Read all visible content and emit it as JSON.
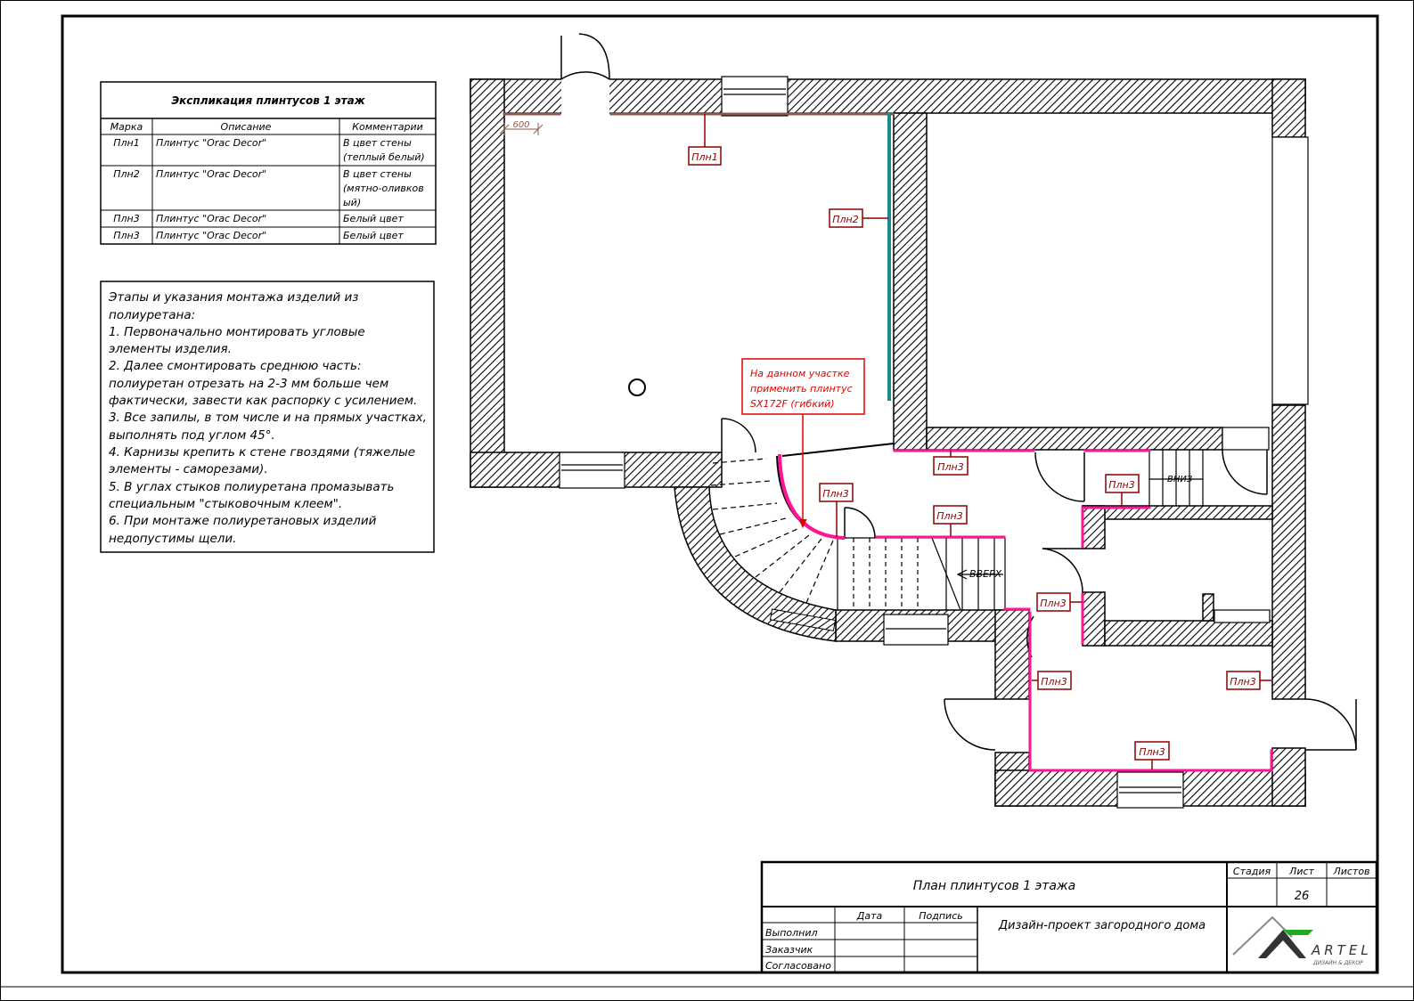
{
  "explication": {
    "title": "Экспликация плинтусов 1 этаж",
    "headers": [
      "Марка",
      "Описание",
      "Комментарии"
    ],
    "rows": [
      {
        "mark": "Плн1",
        "desc": "Плинтус \"Orac Decor\"",
        "comment": [
          "В цвет стены",
          "(теплый белый)"
        ]
      },
      {
        "mark": "Плн2",
        "desc": "Плинтус \"Orac Decor\"",
        "comment": [
          "В цвет стены",
          "(мятно-оливков",
          "ый)"
        ]
      },
      {
        "mark": "Плн3",
        "desc": "Плинтус \"Orac Decor\"",
        "comment": [
          "Белый цвет"
        ]
      },
      {
        "mark": "Плн3",
        "desc": "Плинтус \"Orac Decor\"",
        "comment": [
          "Белый цвет"
        ]
      }
    ]
  },
  "notes": {
    "lines": [
      "Этапы и указания монтажа изделий из",
      "полиуретана:",
      "1. Первоначально монтировать угловые",
      "элементы изделия.",
      "2. Далее смонтировать среднюю часть:",
      "полиуретан отрезать на 2-3 мм больше чем",
      "фактически, завести как распорку с усилением.",
      "3. Все запилы, в том числе и на прямых участках,",
      "выполнять под углом 45°.",
      "4. Карнизы крепить к стене гвоздями (тяжелые",
      "элементы - саморезами).",
      "5. В углах стыков полиуретана промазывать",
      "специальным \"стыковочным клеем\".",
      "6. При монтаже полиуретановых изделий",
      "недопустимы щели."
    ]
  },
  "plan": {
    "dimension": "600",
    "stair_up_1": "ВВЕРХ",
    "stair_up_2": "ВНИЗ",
    "callout": [
      "На данном участке",
      "применить плинтус",
      "SX172F (гибкий)"
    ],
    "tags": {
      "t1": "Плн1",
      "t2": "Плн2",
      "t3": "Плн3",
      "t4": "Плн3",
      "t5": "Плн3",
      "t6": "Плн3",
      "t7": "Плн3",
      "t8": "Плн3",
      "t9": "Плн3",
      "t10": "Плн3"
    },
    "colors": {
      "wall": "#000000",
      "baseboard_1": "#8b5a4a",
      "baseboard_2": "#1a8a8a",
      "baseboard_3": "#ff1493",
      "tag": "#8b0000",
      "callout": "#e00000"
    }
  },
  "titleblock": {
    "sheet_title": "План плинтусов 1 этажа",
    "stage_label": "Стадия",
    "sheet_label": "Лист",
    "sheets_label": "Листов",
    "sheet_number": "26",
    "date_label": "Дата",
    "sign_label": "Подпись",
    "project": "Дизайн-проект загородного дома",
    "roles": [
      "Выполнил",
      "Заказчик",
      "Согласовано"
    ],
    "logo_text": "ARTEL",
    "logo_sub": "ДИЗАЙН & ДЕКОР"
  }
}
